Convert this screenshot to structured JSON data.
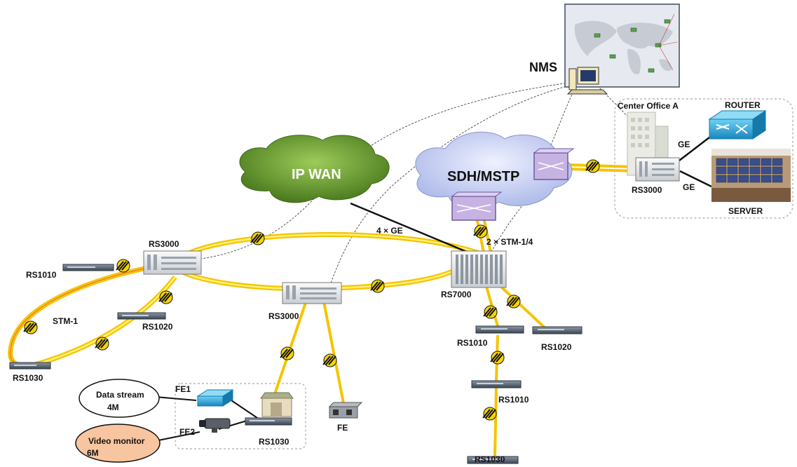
{
  "labels": {
    "nms": "NMS",
    "center_office": "Center Office A",
    "router": "ROUTER",
    "server": "SERVER",
    "ge_top": "GE",
    "ge_bottom": "GE",
    "rs3000_center": "RS3000",
    "ip_wan": "IP WAN",
    "sdh_mstp": "SDH/MSTP",
    "four_ge": "4 × GE",
    "two_stm": "2 × STM-1/4",
    "rs3000_left": "RS3000",
    "rs1010_left": "RS1010",
    "stm1": "STM-1",
    "rs1020_left": "RS1020",
    "rs1030_left": "RS1030",
    "rs3000_mid": "RS3000",
    "rs7000": "RS7000",
    "rs1010_right1": "RS1010",
    "rs1020_right": "RS1020",
    "rs1010_right2": "RS1010",
    "rs1030_right": "RS1030",
    "fe1": "FE1",
    "fe2": "FE2",
    "data_stream": "Data stream",
    "data_rate": "4M",
    "video_monitor": "Video monitor",
    "video_rate": "6M",
    "rs1030_site": "RS1030",
    "fe": "FE"
  },
  "colors": {
    "fiber_outer": "#f5c400",
    "fiber_inner": "#fff27a",
    "fiber_orange": "#f08a10",
    "cloud_green": "#5e8f2a",
    "cloud_blue": "#bcc7ee",
    "router_blue": "#29a3d8",
    "callout_fill": "#f7c59f"
  }
}
